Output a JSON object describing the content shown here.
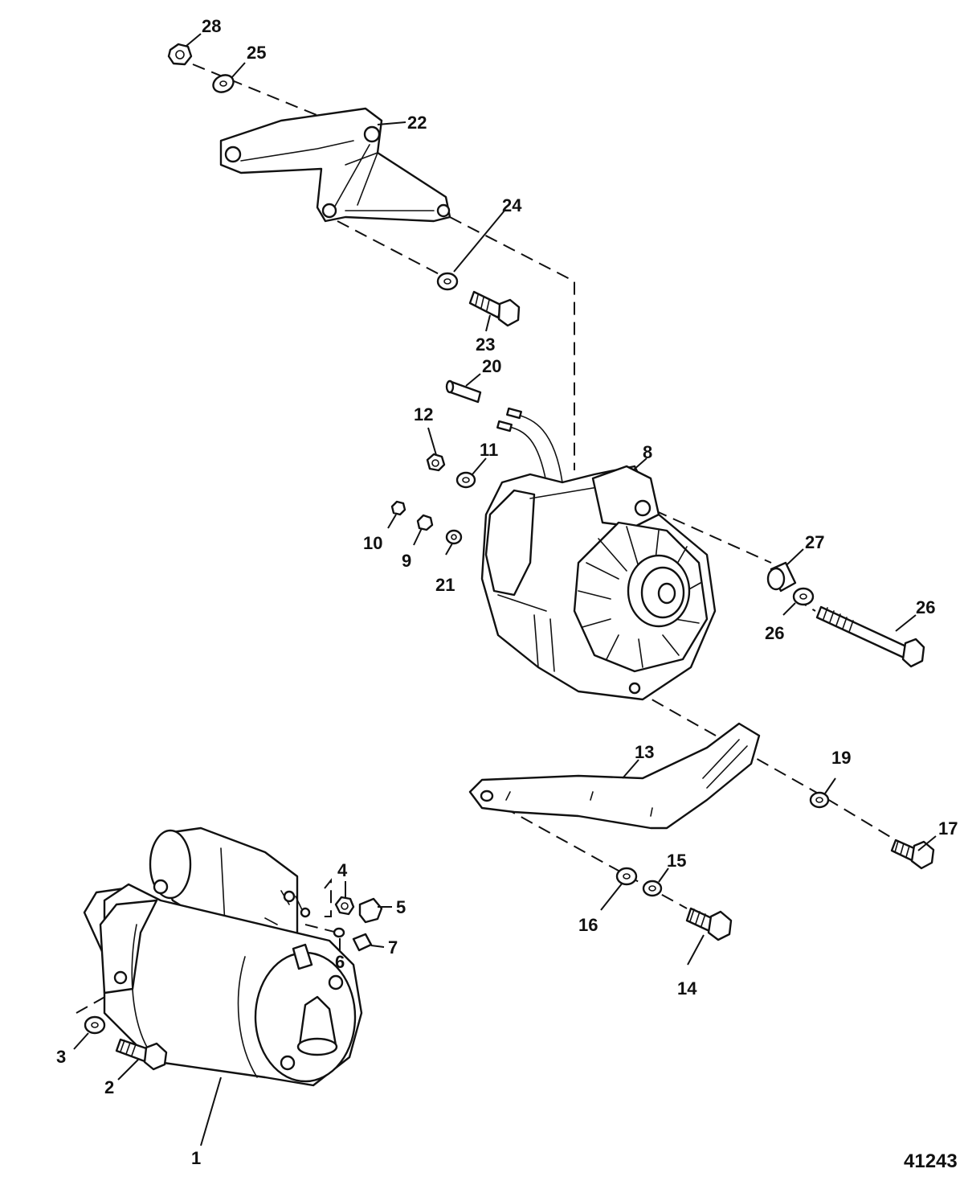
{
  "drawing_number": "41243",
  "callouts": [
    "1",
    "2",
    "3",
    "4",
    "5",
    "6",
    "7",
    "8",
    "9",
    "10",
    "11",
    "12",
    "13",
    "14",
    "15",
    "16",
    "17",
    "19",
    "20",
    "21",
    "22",
    "23",
    "24",
    "25",
    "26",
    "26",
    "27",
    "28"
  ]
}
